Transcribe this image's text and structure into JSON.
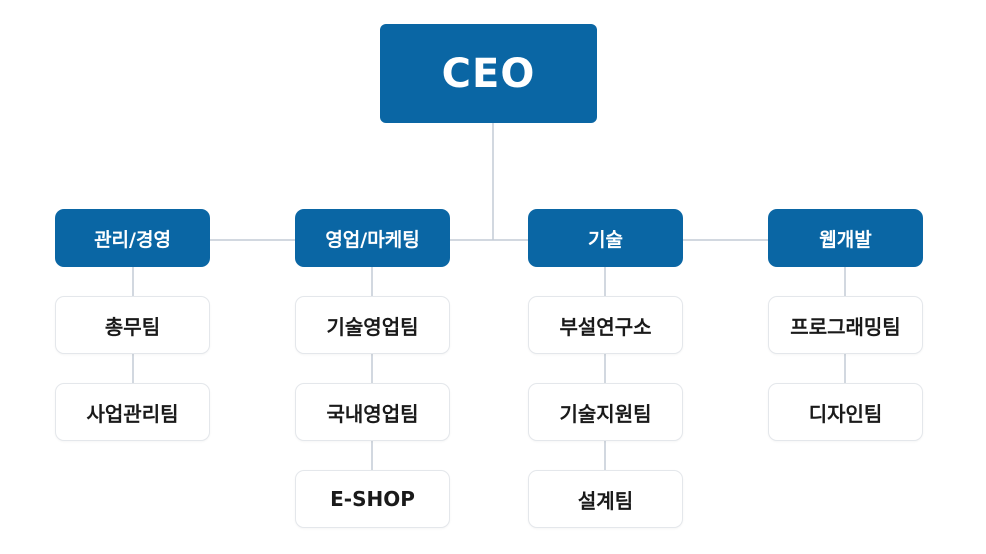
{
  "ceo": {
    "label": "CEO"
  },
  "departments": [
    {
      "label": "관리/경영",
      "teams": [
        "총무팀",
        "사업관리팀"
      ]
    },
    {
      "label": "영업/마케팅",
      "teams": [
        "기술영업팀",
        "국내영업팀",
        "E-SHOP"
      ]
    },
    {
      "label": "기술",
      "teams": [
        "부설연구소",
        "기술지원팀",
        "설계팀"
      ]
    },
    {
      "label": "웹개발",
      "teams": [
        "프로그래밍팀",
        "디자인팀"
      ]
    }
  ],
  "colors": {
    "primary": "#0a66a4",
    "connector": "#c3cbd5",
    "team_border": "#e4e7eb"
  }
}
